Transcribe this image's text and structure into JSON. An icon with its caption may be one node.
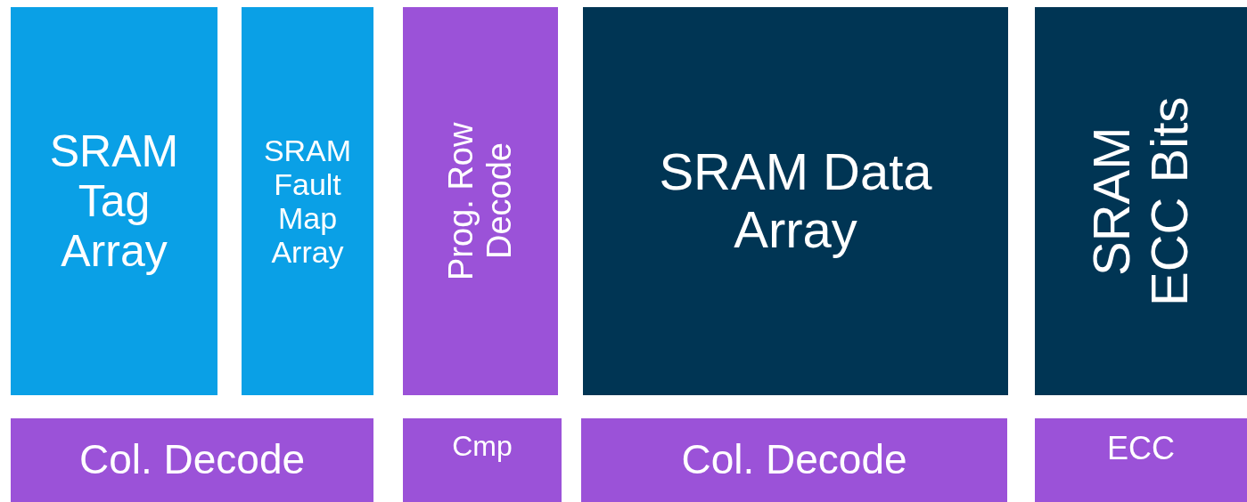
{
  "diagram": {
    "nodes": [
      {
        "text": [
          "SRAM Tag Array"
        ]
      },
      {
        "text": [
          "SRAM Fault Map Array"
        ]
      },
      {
        "text": [
          "Prog. Row Decode"
        ]
      },
      {
        "text": [
          "SRAM Data Array"
        ]
      },
      {
        "text": [
          "SRAM ECC Bits"
        ]
      },
      {
        "text": [
          "Col. Decode"
        ]
      },
      {
        "text": [
          "Cmp"
        ]
      },
      {
        "text": [
          "Col. Decode"
        ]
      },
      {
        "text": [
          "ECC"
        ]
      }
    ]
  }
}
